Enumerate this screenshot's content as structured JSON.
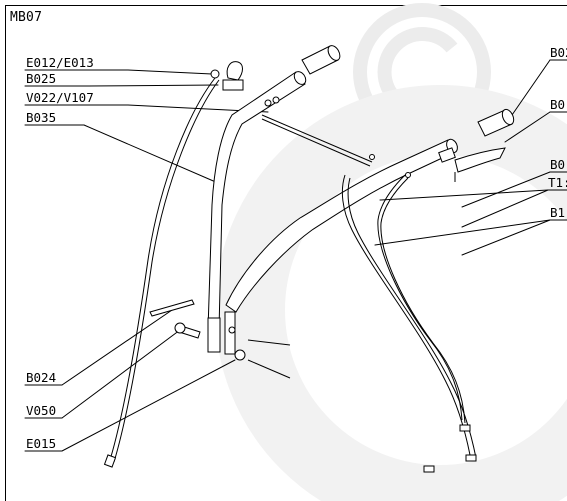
{
  "diagram": {
    "sheet_id": "MB07",
    "callouts": {
      "left": [
        "E012/E013",
        "B025",
        "V022/V107",
        "B035",
        "B024",
        "V050",
        "E015"
      ],
      "right": [
        "B02",
        "B0",
        "B0",
        "T1:",
        "B1"
      ]
    }
  }
}
